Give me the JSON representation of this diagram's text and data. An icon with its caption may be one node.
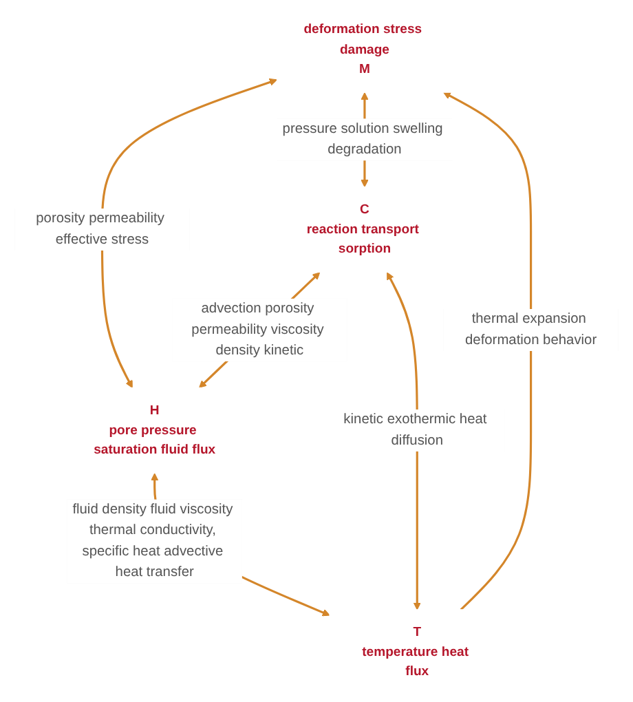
{
  "diagram": {
    "nodes": [
      {
        "text": [
          "deformation stress damage",
          "M"
        ]
      },
      {
        "text": [
          "C",
          "reaction transport sorption"
        ]
      },
      {
        "text": [
          "H",
          "pore pressure saturation fluid flux"
        ]
      },
      {
        "text": [
          "T",
          "temperature heat flux"
        ]
      }
    ],
    "edges": [
      {
        "from": 0,
        "to": 2,
        "arrow": "both",
        "label": "porosity permeability effective stress"
      },
      {
        "from": 3,
        "to": 0,
        "arrow": "to",
        "label": "thermal expansion deformation behavior"
      },
      {
        "from": 2,
        "to": 3,
        "arrow": "both",
        "label": "fluid density fluid viscosity thermal conductivity, specific heat advective heat transfer"
      },
      {
        "from": 0,
        "to": 1,
        "arrow": "both",
        "label": "pressure solution swelling degradation"
      },
      {
        "from": 1,
        "to": 2,
        "arrow": "both",
        "label": "advection porosity permeability viscosity density kinetic"
      },
      {
        "from": 1,
        "to": 3,
        "arrow": "both",
        "label": "kinetic exothermic heat diffusion"
      }
    ]
  }
}
